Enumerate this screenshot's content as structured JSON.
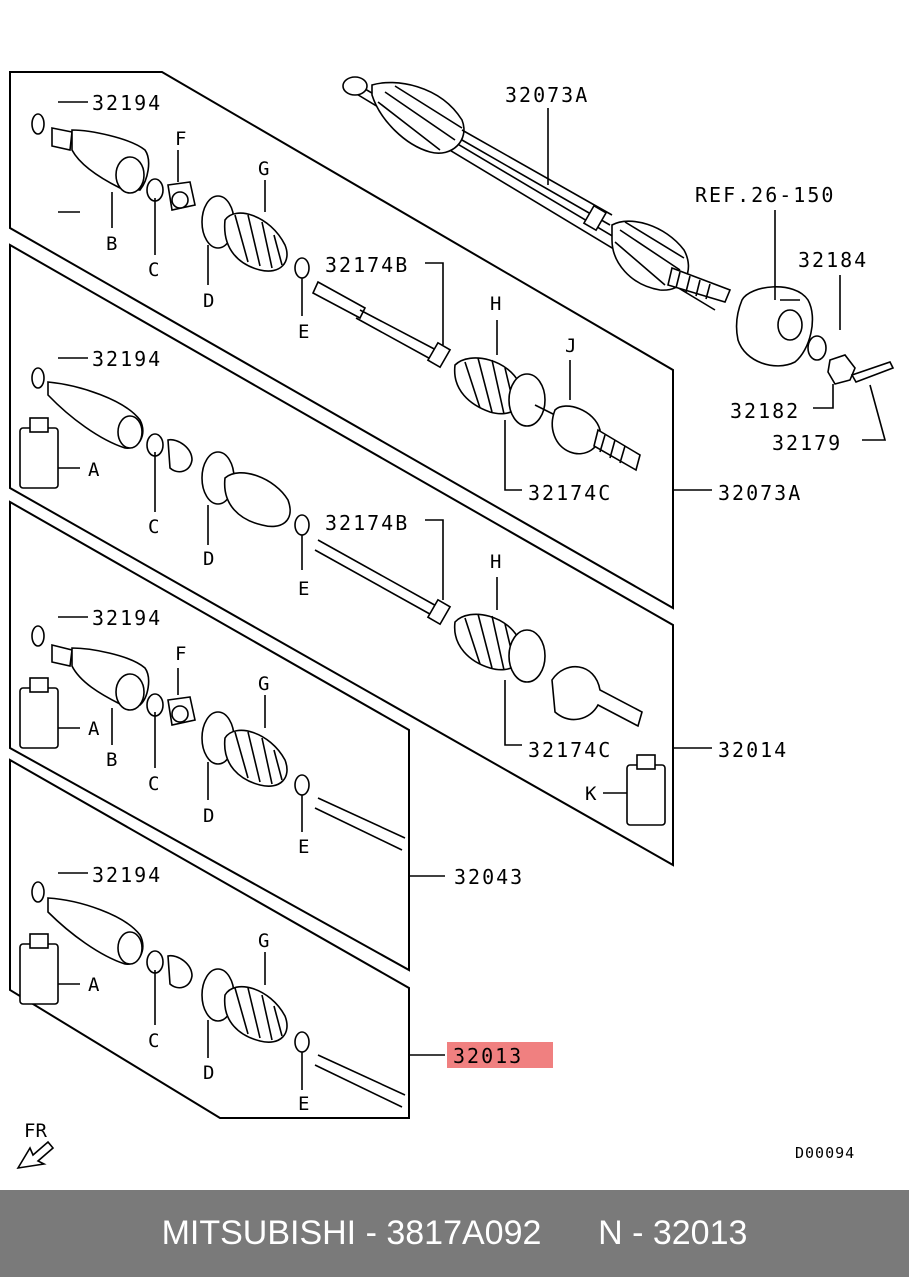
{
  "labels": {
    "p32194": "32194",
    "p32073A": "32073A",
    "ref": "REF.26-150",
    "p32184": "32184",
    "p32174B": "32174B",
    "p32174C": "32174C",
    "p32182": "32182",
    "p32179": "32179",
    "p32014": "32014",
    "p32043": "32043",
    "p32013": "32013",
    "A": "A",
    "B": "B",
    "C": "C",
    "D": "D",
    "E": "E",
    "F": "F",
    "G": "G",
    "H": "H",
    "J": "J",
    "K": "K",
    "fr": "FR",
    "code": "D00094"
  },
  "highlight_color": "#f08080",
  "footer": {
    "brand": "MITSUBISHI",
    "sep": " - ",
    "part_number": "3817A092",
    "ref_label": "N - 32013"
  }
}
